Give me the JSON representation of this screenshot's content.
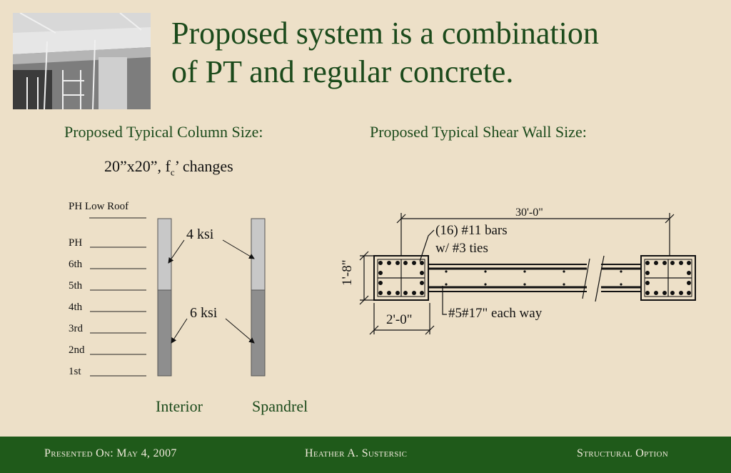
{
  "slide": {
    "title_line1": "Proposed system is a combination",
    "title_line2": "of PT and regular concrete.",
    "column_heading": "Proposed Typical Column Size:",
    "shear_wall_heading": "Proposed Typical Shear Wall Size:",
    "column_spec_prefix": "20”x20”, f",
    "column_spec_sub": "c",
    "column_spec_suffix": "’ changes"
  },
  "column_diagram": {
    "floors": [
      "PH Low Roof",
      "PH",
      "6th",
      "5th",
      "4th",
      "3rd",
      "2nd",
      "1st"
    ],
    "upper_strength": "4 ksi",
    "lower_strength": "6 ksi",
    "column_captions": [
      "Interior",
      "Spandrel"
    ],
    "colors": {
      "upper": "#c8c8c8",
      "lower": "#8e8e8e"
    }
  },
  "shear_wall_diagram": {
    "overall_length": "30'-0\"",
    "boundary_bars": "(16) #11 bars",
    "boundary_ties": "w/ #3 ties",
    "thickness": "1'-8\"",
    "boundary_width": "2'-0\"",
    "web_reinforcing": "#5#17\" each way"
  },
  "footer": {
    "presented_on": "Presented On: May 4, 2007",
    "author": "Heather A. Sustersic",
    "option": "Structural Option"
  },
  "colors": {
    "background": "#ede0c8",
    "title": "#1b4a1b",
    "footer": "#1f5a1a"
  }
}
